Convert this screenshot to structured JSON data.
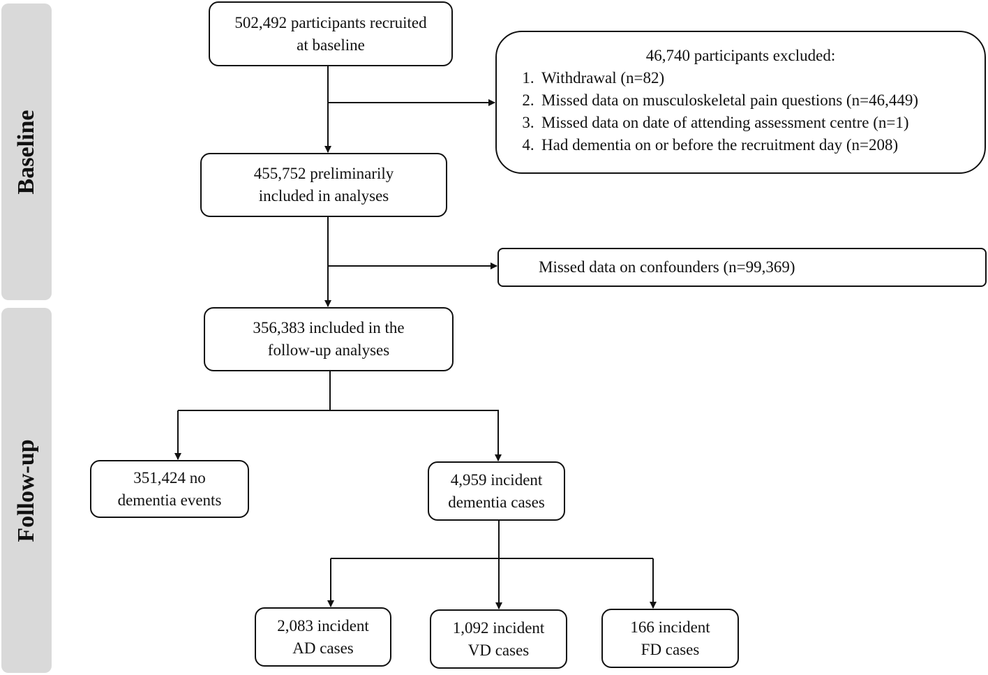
{
  "stages": {
    "baseline": "Baseline",
    "followup": "Follow-up"
  },
  "boxes": {
    "recruited": [
      "502,492 participants recruited",
      "at baseline"
    ],
    "preliminary": [
      "455,752 preliminarily",
      "included in analyses"
    ],
    "followup": [
      "356,383 included in the",
      "follow-up analyses"
    ],
    "no_dementia": [
      "351,424 no",
      "dementia events"
    ],
    "incident": [
      "4,959 incident",
      "dementia cases"
    ],
    "ad": [
      "2,083 incident",
      "AD cases"
    ],
    "vd": [
      "1,092 incident",
      "VD cases"
    ],
    "fd": [
      "166 incident",
      "FD cases"
    ]
  },
  "exclusion": {
    "title": "46,740 participants excluded:",
    "items": [
      {
        "num": "1.",
        "text": "Withdrawal (n=82)"
      },
      {
        "num": "2.",
        "text": "Missed data on musculoskeletal pain questions (n=46,449)"
      },
      {
        "num": "3.",
        "text": "Missed data on date of attending assessment centre (n=1)"
      },
      {
        "num": "4.",
        "text": "Had dementia on or before the recruitment day (n=208)"
      }
    ]
  },
  "confounders": "Missed data on confounders (n=99,369)"
}
